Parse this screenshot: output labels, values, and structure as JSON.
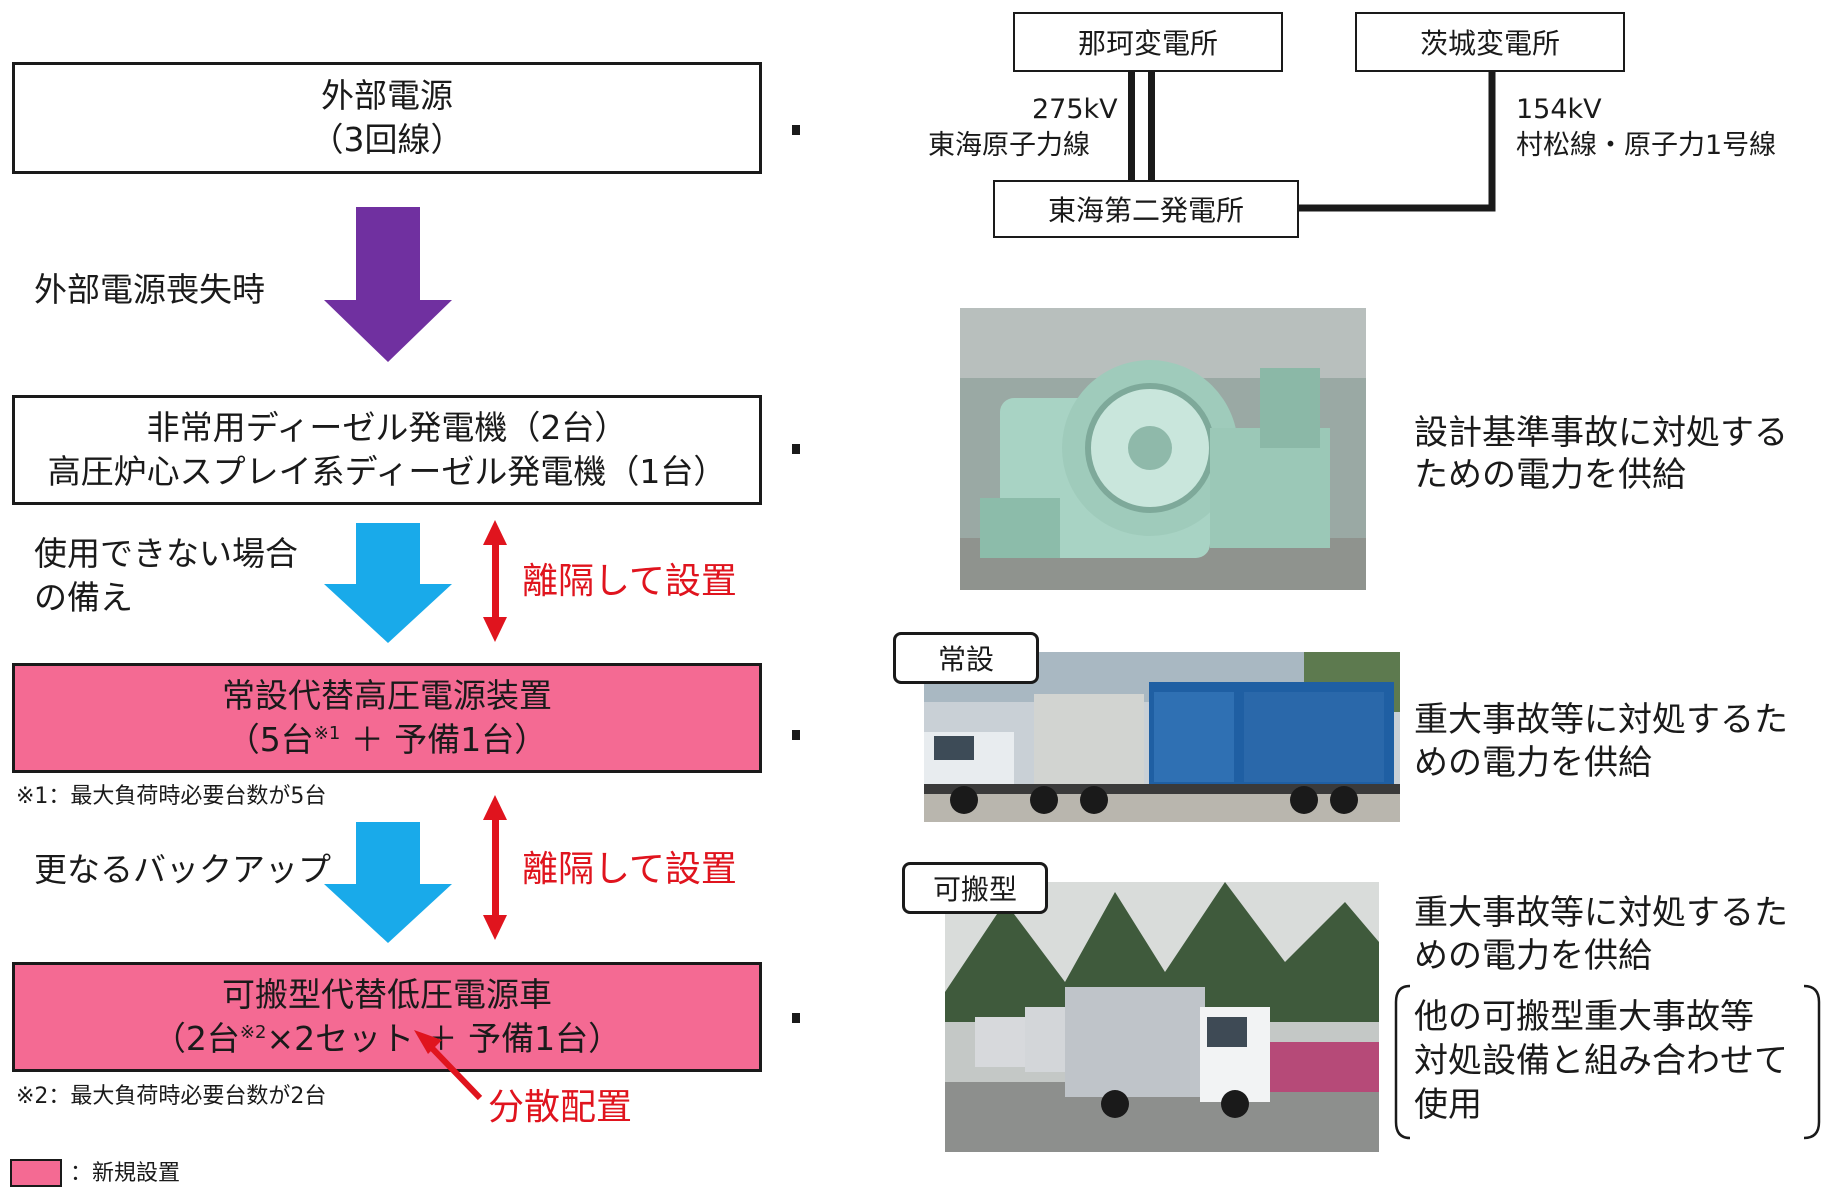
{
  "boxes": {
    "external": {
      "line1": "外部電源",
      "line2": "（3回線）"
    },
    "diesel": {
      "line1": "非常用ディーゼル発電機（2台）",
      "line2": "高圧炉心スプレイ系ディーゼル発電機（1台）"
    },
    "permanent": {
      "line1": "常設代替高圧電源装置",
      "line2_a": "（5台",
      "line2_sup": "※1",
      "line2_b": " ＋ 予備1台）"
    },
    "portable": {
      "line1": "可搬型代替低圧電源車",
      "line2_a": "（2台",
      "line2_sup": "※2",
      "line2_b": "×2セット ＋ 予備1台）"
    }
  },
  "labels": {
    "loss": "外部電源喪失時",
    "unusable_1": "使用できない場合",
    "unusable_2": "の備え",
    "backup": "更なるバックアップ",
    "separate_1": "離隔して設置",
    "separate_2": "離隔して設置",
    "distributed": "分散配置"
  },
  "notes": {
    "note1": "※1：最大負荷時必要台数が5台",
    "note2": "※2：最大負荷時必要台数が2台",
    "legend": "：新規設置"
  },
  "grid": {
    "naka": "那珂変電所",
    "ibaraki": "茨城変電所",
    "tokai2": "東海第二発電所",
    "line275_v": "275kV",
    "line275_name": "東海原子力線",
    "line154_v": "154kV",
    "line154_name": "村松線・原子力1号線"
  },
  "tags": {
    "permanent": "常設",
    "portable": "可搬型"
  },
  "descriptions": {
    "dbа_1": "設計基準事故に対処する",
    "dba_1": "設計基準事故に対処する",
    "dba_2": "ための電力を供給",
    "sa1_1": "重大事故等に対処するた",
    "sa1_2": "めの電力を供給",
    "sa2_1": "重大事故等に対処するた",
    "sa2_2": "めの電力を供給",
    "combo_1": "他の可搬型重大事故等",
    "combo_2": "対処設備と組み合わせて",
    "combo_3": "使用"
  },
  "colors": {
    "new_install": "#f46a93",
    "purple_arrow": "#7030a0",
    "blue_arrow": "#19aaea",
    "red": "#e0141e"
  }
}
